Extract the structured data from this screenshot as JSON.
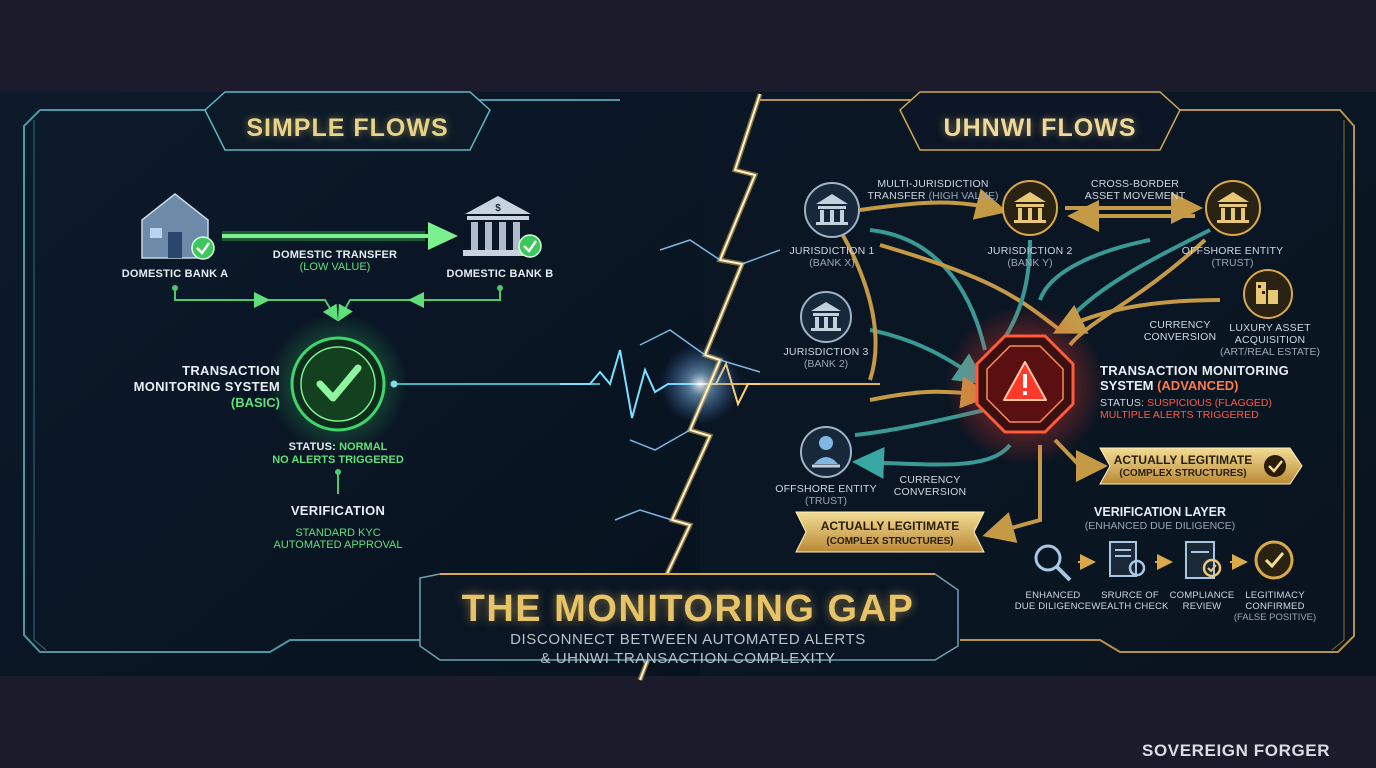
{
  "left_panel": {
    "title": "SIMPLE FLOWS",
    "bank_a": "DOMESTIC BANK A",
    "bank_b": "DOMESTIC BANK B",
    "transfer": "DOMESTIC TRANSFER",
    "transfer_value": "(LOW VALUE)",
    "tms_line1": "TRANSACTION",
    "tms_line2": "MONITORING SYSTEM",
    "tms_line3": "(BASIC)",
    "status_label": "STATUS:",
    "status_value": "NORMAL",
    "alerts": "NO ALERTS TRIGGERED",
    "verification": "VERIFICATION",
    "kyc": "STANDARD KYC",
    "approval": "AUTOMATED APPROVAL"
  },
  "right_panel": {
    "title": "UHNWI FLOWS",
    "multi_transfer_1": "MULTI-JURISDICTION",
    "multi_transfer_2": "TRANSFER",
    "multi_transfer_3": "(HIGH VALUE)",
    "cross_border_1": "CROSS-BORDER",
    "cross_border_2": "ASSET MOVEMENT",
    "j1": "JURISDICTION 1",
    "j1_sub": "(BANK X)",
    "j2": "JURISDICTION 2",
    "j2_sub": "(BANK Y)",
    "j3": "JURISDICTION 3",
    "j3_sub": "(BANK 2)",
    "offshore_top": "OFFSHORE ENTITY",
    "offshore_top_sub": "(TRUST)",
    "offshore_bottom": "OFFSHORE ENTITY",
    "offshore_bottom_sub": "(TRUST)",
    "currency_1_a": "CURRENCY",
    "currency_1_b": "CONVERSION",
    "currency_2_a": "CURRENCY",
    "currency_2_b": "CONVERSION",
    "luxury_1": "LUXURY ASSET",
    "luxury_2": "ACQUISITION",
    "luxury_3": "(ART/REAL ESTATE)",
    "tms_1": "TRANSACTION MONITORING",
    "tms_2": "SYSTEM",
    "tms_3": "(ADVANCED)",
    "status_label": "STATUS:",
    "status_value": "SUSPICIOUS (FLAGGED)",
    "alerts": "MULTIPLE ALERTS TRIGGERED",
    "legit_right_1": "ACTUALLY LEGITIMATE",
    "legit_right_2": "(COMPLEX STRUCTURES)",
    "legit_left_1": "ACTUALLY LEGITIMATE",
    "legit_left_2": "(COMPLEX STRUCTURES)",
    "verif_layer": "VERIFICATION LAYER",
    "verif_layer_sub": "(ENHANCED DUE DILIGENCE)",
    "steps": [
      {
        "line1": "ENHANCED",
        "line2": "DUE DILIGENCE",
        "line3": ""
      },
      {
        "line1": "SRURCE OF",
        "line2": "WEALTH CHECK",
        "line3": ""
      },
      {
        "line1": "COMPLIANCE",
        "line2": "REVIEW",
        "line3": ""
      },
      {
        "line1": "LEGITIMACY",
        "line2": "CONFIRMED",
        "line3": "(FALSE POSITIVE)"
      }
    ]
  },
  "bottom": {
    "title": "THE MONITORING GAP",
    "subtitle_1": "DISCONNECT BETWEEN AUTOMATED ALERTS",
    "subtitle_2": "& UHNWI TRANSACTION COMPLEXITY"
  },
  "brand": "SOVEREIGN FORGER",
  "colors": {
    "green": "#5fe07a",
    "teal": "#3fb8b0",
    "gold": "#d9a94a",
    "red": "#ff4a3a",
    "panel_bg": "#0d1a2b"
  },
  "icons": [
    "house-icon",
    "bank-icon",
    "check-icon",
    "warning-icon",
    "magnifier-icon",
    "document-icon",
    "clipboard-icon",
    "building-icon",
    "person-icon"
  ]
}
